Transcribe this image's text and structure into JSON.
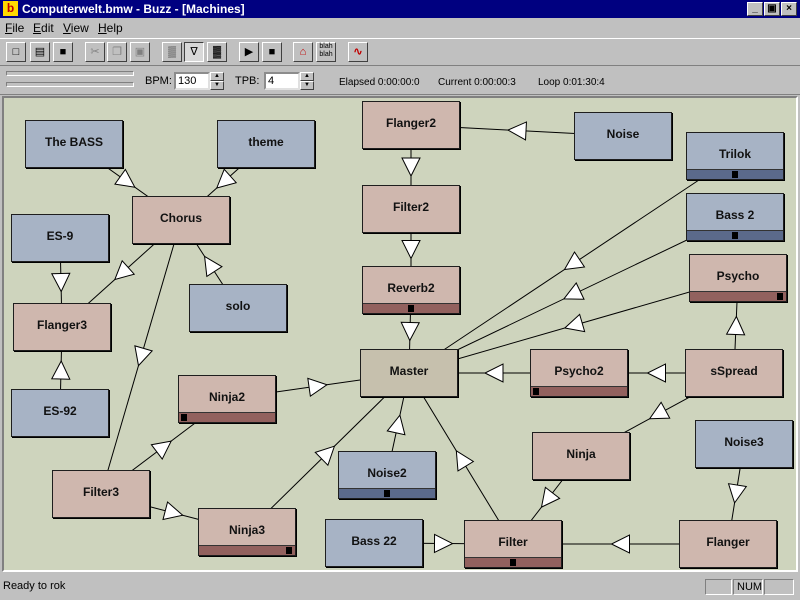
{
  "window": {
    "title": "Computerwelt.bmw - Buzz - [Machines]",
    "app_letter": "b",
    "controls": [
      "_",
      "▣",
      "×"
    ]
  },
  "menu": [
    "File",
    "Edit",
    "View",
    "Help"
  ],
  "toolbar": {
    "buttons": [
      {
        "name": "new-file-icon",
        "glyph": "□"
      },
      {
        "name": "open-folder-icon",
        "glyph": "▤"
      },
      {
        "name": "save-disk-icon",
        "glyph": "■"
      },
      {
        "name": "cut-icon",
        "glyph": "✂"
      },
      {
        "name": "copy-icon",
        "glyph": "❐"
      },
      {
        "name": "paste-icon",
        "glyph": "▣"
      },
      {
        "name": "pattern-view-icon",
        "glyph": "▒"
      },
      {
        "name": "machine-view-icon",
        "glyph": "∇"
      },
      {
        "name": "sequence-view-icon",
        "glyph": "▓"
      },
      {
        "name": "play-icon",
        "glyph": "▶"
      },
      {
        "name": "stop-icon",
        "glyph": "■"
      },
      {
        "name": "info-icon",
        "glyph": "⌂"
      },
      {
        "name": "blah-icon",
        "glyph": "blah blah"
      },
      {
        "name": "wave-icon",
        "glyph": "∿"
      }
    ]
  },
  "transport": {
    "bpm_label": "BPM:",
    "bpm_value": "130",
    "tpb_label": "TPB:",
    "tpb_value": "4",
    "elapsed": "Elapsed 0:00:00:0",
    "current": "Current 0:00:00:3",
    "loop": "Loop 0:01:30:4"
  },
  "machines": [
    {
      "id": "the-bass",
      "label": "The BASS",
      "kind": "gen",
      "meter": null
    },
    {
      "id": "theme",
      "label": "theme",
      "kind": "gen",
      "meter": null
    },
    {
      "id": "chorus",
      "label": "Chorus",
      "kind": "eff",
      "meter": null
    },
    {
      "id": "es-9",
      "label": "ES-9",
      "kind": "gen",
      "meter": null
    },
    {
      "id": "flanger3",
      "label": "Flanger3",
      "kind": "eff",
      "meter": null
    },
    {
      "id": "es-92",
      "label": "ES-92",
      "kind": "gen",
      "meter": null
    },
    {
      "id": "solo",
      "label": "solo",
      "kind": "gen",
      "meter": null
    },
    {
      "id": "flanger2",
      "label": "Flanger2",
      "kind": "eff",
      "meter": null
    },
    {
      "id": "filter2",
      "label": "Filter2",
      "kind": "eff",
      "meter": null
    },
    {
      "id": "reverb2",
      "label": "Reverb2",
      "kind": "eff",
      "meter": 0.5
    },
    {
      "id": "noise",
      "label": "Noise",
      "kind": "gen",
      "meter": null
    },
    {
      "id": "trilok",
      "label": "Trilok",
      "kind": "gen",
      "meter": 0.5
    },
    {
      "id": "bass-2",
      "label": "Bass 2",
      "kind": "gen",
      "meter": 0.5
    },
    {
      "id": "psycho",
      "label": "Psycho",
      "kind": "eff",
      "meter": 0.92
    },
    {
      "id": "master",
      "label": "Master",
      "kind": "master",
      "meter": null
    },
    {
      "id": "psycho2",
      "label": "Psycho2",
      "kind": "eff",
      "meter": 0.04
    },
    {
      "id": "sspread",
      "label": "sSpread",
      "kind": "eff",
      "meter": null
    },
    {
      "id": "ninja2",
      "label": "Ninja2",
      "kind": "eff",
      "meter": 0.04
    },
    {
      "id": "filter3",
      "label": "Filter3",
      "kind": "eff",
      "meter": null
    },
    {
      "id": "noise2",
      "label": "Noise2",
      "kind": "gen",
      "meter": 0.5
    },
    {
      "id": "ninja",
      "label": "Ninja",
      "kind": "eff",
      "meter": null
    },
    {
      "id": "noise3",
      "label": "Noise3",
      "kind": "gen",
      "meter": null
    },
    {
      "id": "ninja3",
      "label": "Ninja3",
      "kind": "eff",
      "meter": 0.92
    },
    {
      "id": "bass-22",
      "label": "Bass 22",
      "kind": "gen",
      "meter": null
    },
    {
      "id": "filter",
      "label": "Filter",
      "kind": "eff",
      "meter": 0.5
    },
    {
      "id": "flanger",
      "label": "Flanger",
      "kind": "eff",
      "meter": null
    }
  ],
  "connections": [
    [
      "the-bass",
      "chorus"
    ],
    [
      "theme",
      "chorus"
    ],
    [
      "chorus",
      "flanger3"
    ],
    [
      "es-9",
      "flanger3"
    ],
    [
      "es-92",
      "flanger3"
    ],
    [
      "solo",
      "chorus"
    ],
    [
      "chorus",
      "filter3"
    ],
    [
      "noise",
      "flanger2"
    ],
    [
      "flanger2",
      "filter2"
    ],
    [
      "filter2",
      "reverb2"
    ],
    [
      "reverb2",
      "master"
    ],
    [
      "trilok",
      "master"
    ],
    [
      "bass-2",
      "master"
    ],
    [
      "psycho",
      "master"
    ],
    [
      "sspread",
      "psycho"
    ],
    [
      "sspread",
      "psycho2"
    ],
    [
      "psycho2",
      "master"
    ],
    [
      "ninja2",
      "master"
    ],
    [
      "filter3",
      "ninja2"
    ],
    [
      "filter3",
      "ninja3"
    ],
    [
      "ninja3",
      "master"
    ],
    [
      "noise2",
      "master"
    ],
    [
      "sspread",
      "ninja"
    ],
    [
      "ninja",
      "filter"
    ],
    [
      "filter",
      "master"
    ],
    [
      "bass-22",
      "filter"
    ],
    [
      "flanger",
      "filter"
    ],
    [
      "noise3",
      "flanger"
    ]
  ],
  "status": {
    "text": "Ready to rok",
    "num": "NUM"
  },
  "colors": {
    "generator": "#a7b3c5",
    "effect": "#cfb7ae",
    "master": "#c6c0ad",
    "workspace": "#ced4bd",
    "titlebar": "#000080"
  }
}
